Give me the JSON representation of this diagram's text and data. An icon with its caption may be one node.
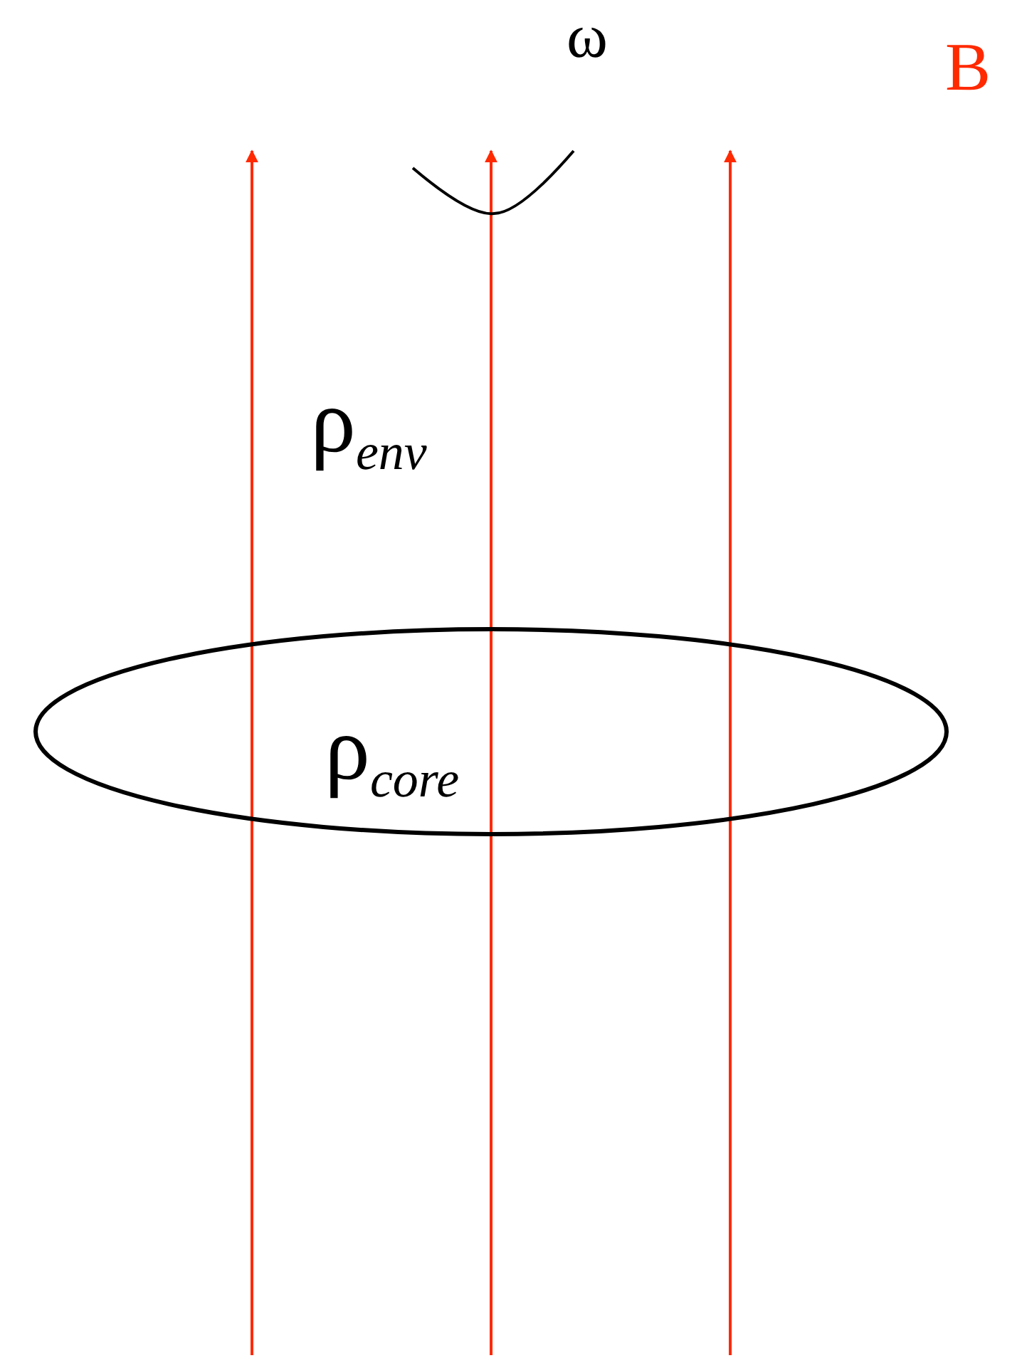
{
  "diagram": {
    "nodes": [
      {
        "text": [
          "ρ$_{core}$"
        ]
      }
    ],
    "labels": [
      "ω",
      "B",
      "ρ$_{env}$"
    ]
  }
}
